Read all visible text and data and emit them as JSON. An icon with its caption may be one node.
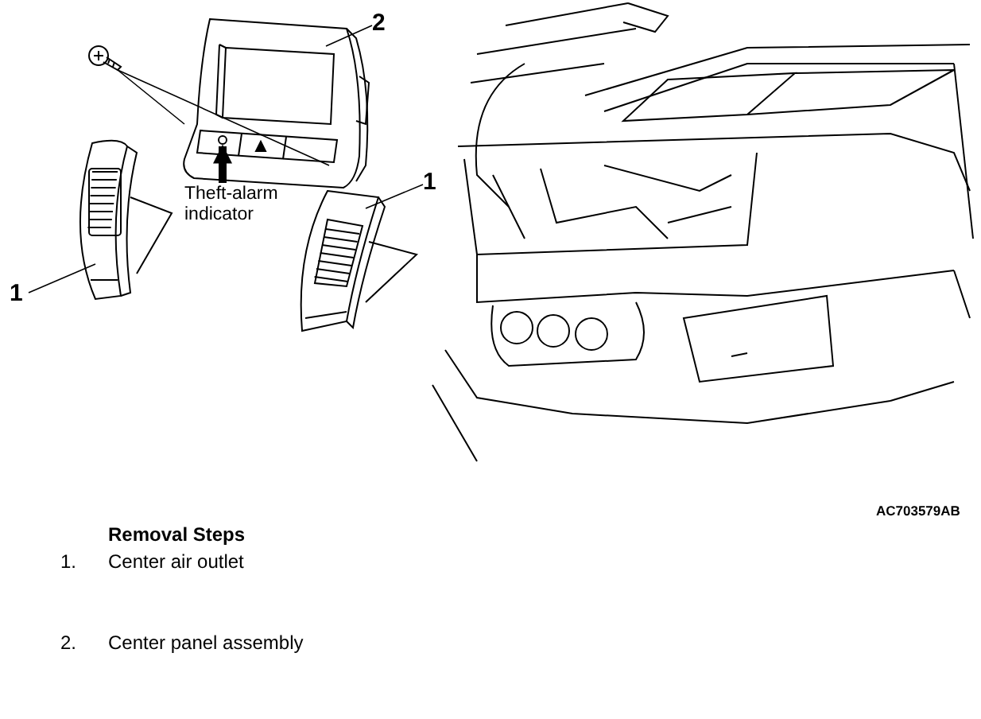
{
  "diagram": {
    "nodes": [
      {
        "text": [
          "2"
        ]
      },
      {
        "text": [],
        "shape": "picture"
      },
      {
        "text": [
          "1"
        ]
      },
      {
        "text": [],
        "shape": "picture"
      },
      {
        "text": [
          "1"
        ]
      },
      {
        "text": [],
        "shape": "picture"
      },
      {
        "text": [
          "Theft-alarm indicator"
        ]
      },
      {
        "text": [],
        "shape": "box",
        "in": 1
      },
      {
        "text": [],
        "shape": "picture"
      }
    ],
    "edges": [
      {
        "from": 0,
        "to": 1,
        "arrow": "none"
      },
      {
        "from": 2,
        "to": 3,
        "arrow": "none"
      },
      {
        "from": 4,
        "to": 5,
        "arrow": "none"
      },
      {
        "from": 6,
        "to": 7,
        "arrow": "to",
        "style": "thick"
      },
      {
        "from": 8,
        "to": 1,
        "arrow": "none"
      },
      {
        "from": 8,
        "to": 1,
        "arrow": "none"
      }
    ],
    "labels": [
      "AC703579AB",
      "Removal Steps",
      "1.",
      "Center air outlet",
      "2.",
      "Center panel assembly"
    ]
  }
}
